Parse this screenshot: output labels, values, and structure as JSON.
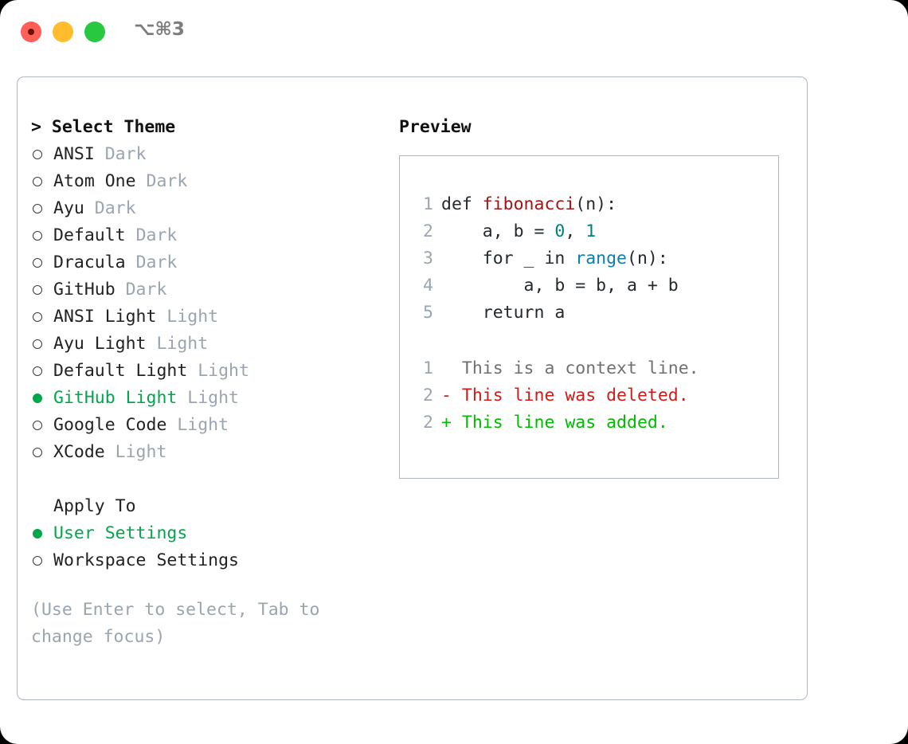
{
  "titlebar": {
    "shortcut": "⌥⌘3",
    "buttons": [
      "close",
      "minimize",
      "maximize"
    ]
  },
  "theme_list": {
    "header": "> Select Theme",
    "items": [
      {
        "label": "ANSI",
        "variant": "Dark",
        "selected": false
      },
      {
        "label": "Atom One",
        "variant": "Dark",
        "selected": false
      },
      {
        "label": "Ayu",
        "variant": "Dark",
        "selected": false
      },
      {
        "label": "Default",
        "variant": "Dark",
        "selected": false
      },
      {
        "label": "Dracula",
        "variant": "Dark",
        "selected": false
      },
      {
        "label": "GitHub",
        "variant": "Dark",
        "selected": false
      },
      {
        "label": "ANSI Light",
        "variant": "Light",
        "selected": false
      },
      {
        "label": "Ayu Light",
        "variant": "Light",
        "selected": false
      },
      {
        "label": "Default Light",
        "variant": "Light",
        "selected": false
      },
      {
        "label": "GitHub Light",
        "variant": "Light",
        "selected": true
      },
      {
        "label": "Google Code",
        "variant": "Light",
        "selected": false
      },
      {
        "label": "XCode",
        "variant": "Light",
        "selected": false
      }
    ]
  },
  "apply_to": {
    "header": "Apply To",
    "items": [
      {
        "label": "User Settings",
        "selected": true
      },
      {
        "label": "Workspace Settings",
        "selected": false
      }
    ]
  },
  "hint": "(Use Enter to select, Tab to change focus)",
  "preview": {
    "title": "Preview",
    "code_lines": [
      {
        "n": "1",
        "tokens": [
          {
            "t": "def ",
            "c": "tok-plain"
          },
          {
            "t": "fibonacci",
            "c": "tok-fn"
          },
          {
            "t": "(n):",
            "c": "tok-plain"
          }
        ]
      },
      {
        "n": "2",
        "tokens": [
          {
            "t": "    a, b = ",
            "c": "tok-plain"
          },
          {
            "t": "0",
            "c": "tok-num"
          },
          {
            "t": ", ",
            "c": "tok-plain"
          },
          {
            "t": "1",
            "c": "tok-num"
          }
        ]
      },
      {
        "n": "3",
        "tokens": [
          {
            "t": "    for _ in ",
            "c": "tok-plain"
          },
          {
            "t": "range",
            "c": "tok-call"
          },
          {
            "t": "(n):",
            "c": "tok-plain"
          }
        ]
      },
      {
        "n": "4",
        "tokens": [
          {
            "t": "        a, b = b, a + b",
            "c": "tok-plain"
          }
        ]
      },
      {
        "n": "5",
        "tokens": [
          {
            "t": "    return a",
            "c": "tok-plain"
          }
        ]
      }
    ],
    "diff_lines": [
      {
        "n": "1",
        "text": "  This is a context line.",
        "kind": "diff-ctx"
      },
      {
        "n": "2",
        "text": "- This line was deleted.",
        "kind": "diff-del"
      },
      {
        "n": "2",
        "text": "+ This line was added.",
        "kind": "diff-add"
      }
    ]
  },
  "colors": {
    "accent_green": "#00a74a",
    "diff_add": "#00bb00",
    "diff_del": "#d01b1b",
    "muted": "#9aa5b1",
    "border": "#aeb6c2",
    "fn_red": "#a31515",
    "num_teal": "#008080",
    "call_blue": "#0b7eb5"
  }
}
